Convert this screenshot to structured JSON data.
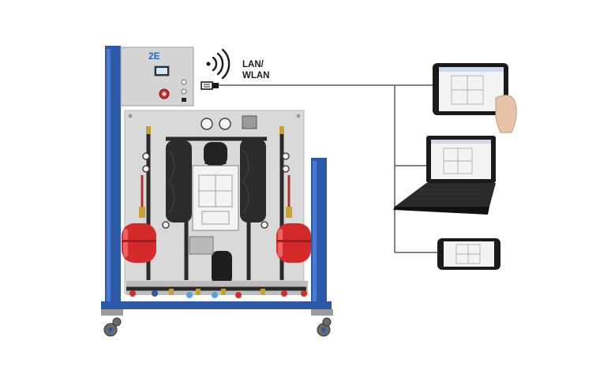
{
  "connection": {
    "lan_label": "LAN/",
    "wlan_label": "WLAN",
    "wireless_icon": "wifi-signal-icon",
    "cable_icon": "ethernet-plug-icon"
  },
  "control_box": {
    "brand": "2E"
  },
  "devices": [
    {
      "name": "tablet",
      "icon": "tablet-icon"
    },
    {
      "name": "laptop",
      "icon": "laptop-icon"
    },
    {
      "name": "smartphone",
      "icon": "smartphone-icon"
    }
  ],
  "colors": {
    "frame_blue": "#2c5aa8",
    "expansion_vessel_red": "#d42a2a",
    "panel_gray": "#dcdcdc",
    "brand_blue": "#1f66c8"
  }
}
